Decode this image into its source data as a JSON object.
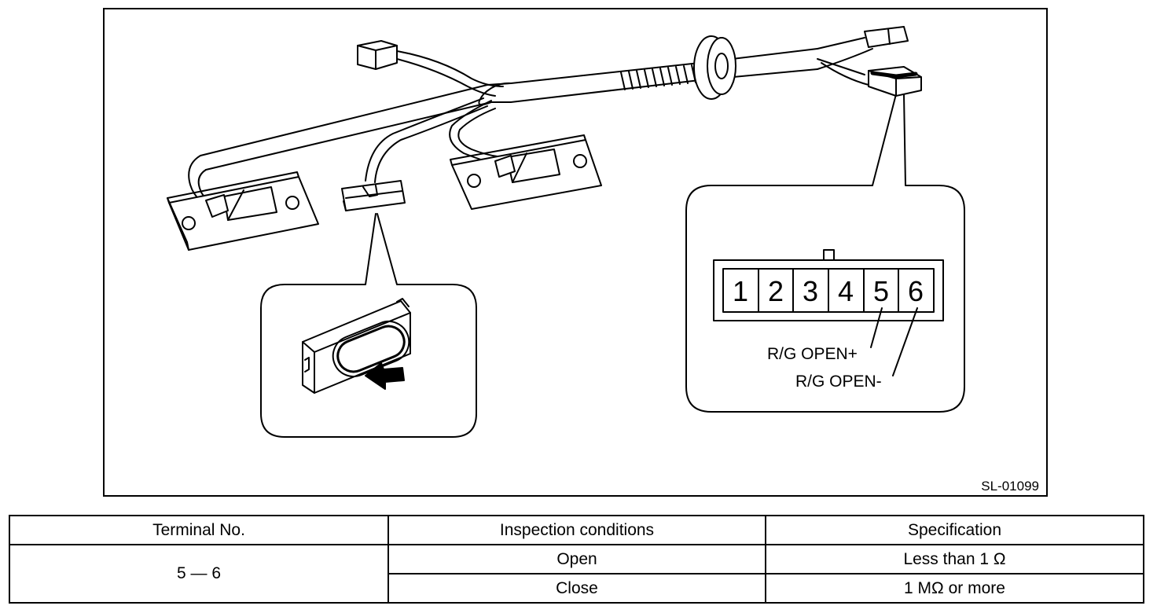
{
  "figure": {
    "figure_id": "SL-01099",
    "connector": {
      "pins": [
        "1",
        "2",
        "3",
        "4",
        "5",
        "6"
      ],
      "labels": [
        {
          "pin": "5",
          "text": "R/G OPEN+"
        },
        {
          "pin": "6",
          "text": "R/G OPEN-"
        }
      ]
    }
  },
  "table": {
    "headers": [
      "Terminal No.",
      "Inspection conditions",
      "Specification"
    ],
    "terminal": "5 — 6",
    "rows": [
      {
        "condition": "Open",
        "spec": "Less than 1 Ω"
      },
      {
        "condition": "Close",
        "spec": "1 MΩ or more"
      }
    ]
  }
}
